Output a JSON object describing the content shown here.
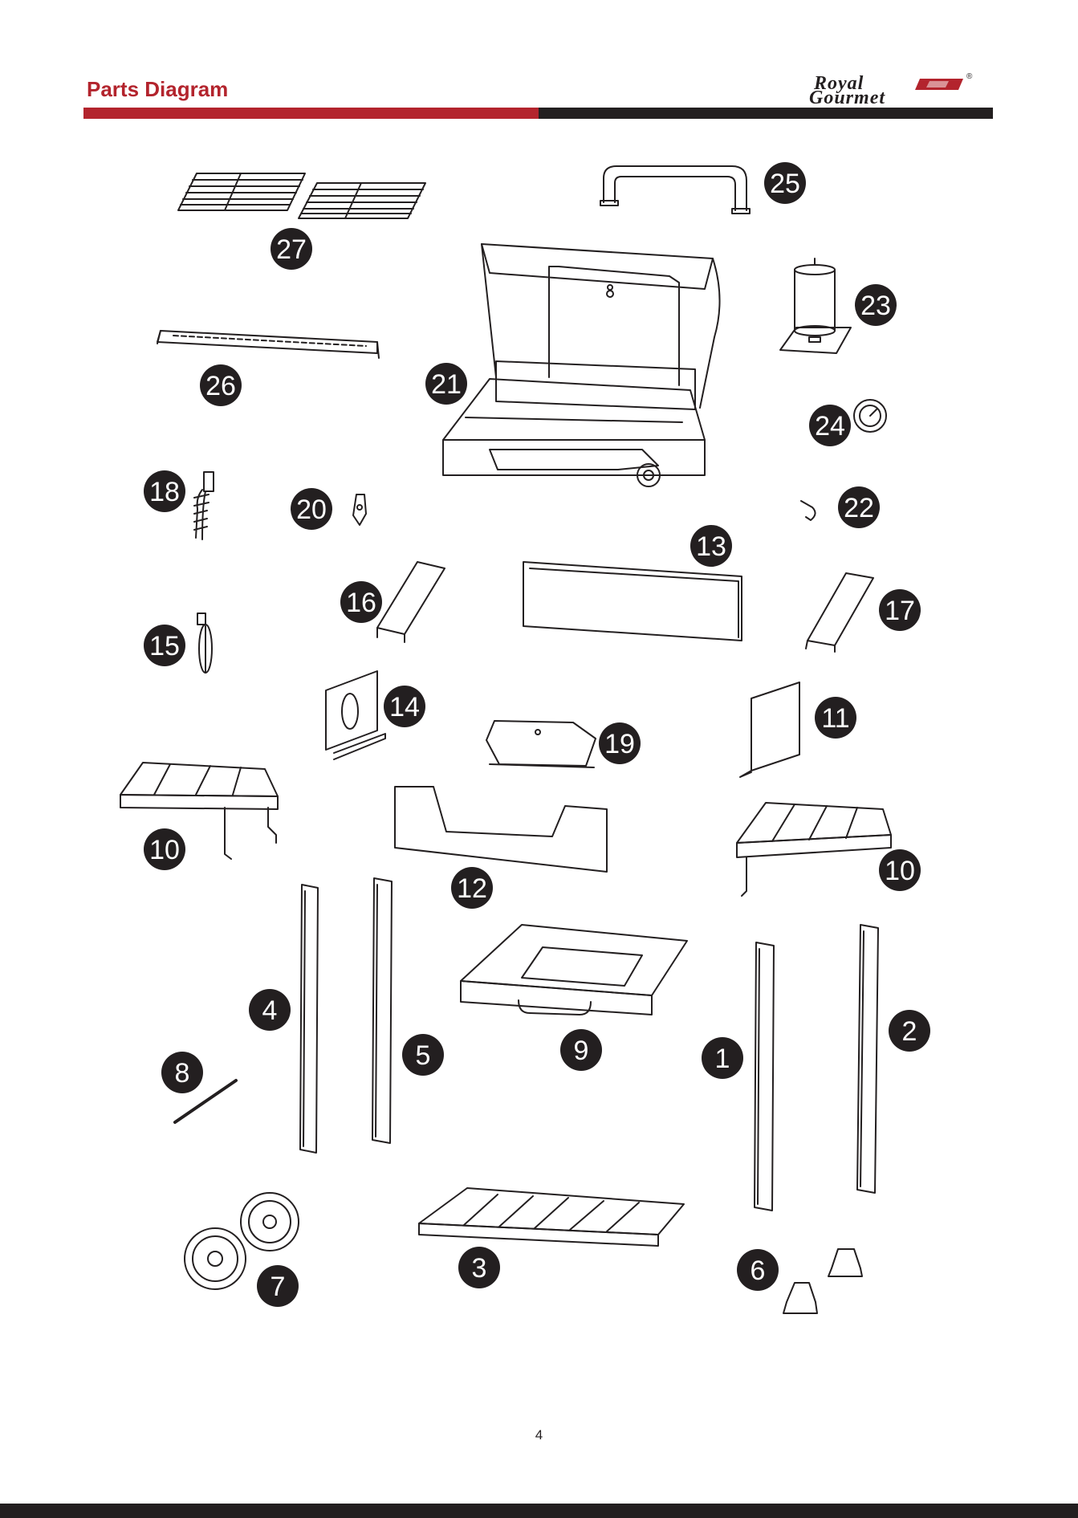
{
  "header": {
    "title": "Parts Diagram",
    "logo_line1": "Royal",
    "logo_line2": "Gourmet",
    "logo_reg": "®",
    "accent_color": "#b3242d",
    "bar_dark_color": "#231f20"
  },
  "parts": [
    {
      "number": "1",
      "name": "leg"
    },
    {
      "number": "2",
      "name": "leg"
    },
    {
      "number": "3",
      "name": "bottom-shelf"
    },
    {
      "number": "4",
      "name": "leg"
    },
    {
      "number": "5",
      "name": "leg"
    },
    {
      "number": "6",
      "name": "leg-caps"
    },
    {
      "number": "7",
      "name": "wheels"
    },
    {
      "number": "8",
      "name": "axle"
    },
    {
      "number": "9",
      "name": "grease-tray"
    },
    {
      "number": "10",
      "name": "side-shelf"
    },
    {
      "number": "10",
      "name": "side-shelf"
    },
    {
      "number": "11",
      "name": "side-panel"
    },
    {
      "number": "12",
      "name": "front-panel"
    },
    {
      "number": "13",
      "name": "back-panel"
    },
    {
      "number": "14",
      "name": "side-panel"
    },
    {
      "number": "15",
      "name": "ignition-wire"
    },
    {
      "number": "16",
      "name": "panel-bracket"
    },
    {
      "number": "17",
      "name": "panel-bracket"
    },
    {
      "number": "18",
      "name": "regulator-hose"
    },
    {
      "number": "19",
      "name": "heat-shield"
    },
    {
      "number": "20",
      "name": "bottle-opener"
    },
    {
      "number": "21",
      "name": "firebox-lid"
    },
    {
      "number": "22",
      "name": "hook"
    },
    {
      "number": "23",
      "name": "grease-cup"
    },
    {
      "number": "24",
      "name": "thermometer"
    },
    {
      "number": "25",
      "name": "lid-handle"
    },
    {
      "number": "26",
      "name": "warming-rack"
    },
    {
      "number": "27",
      "name": "cooking-grates"
    }
  ],
  "footer": {
    "page_number": "4"
  }
}
